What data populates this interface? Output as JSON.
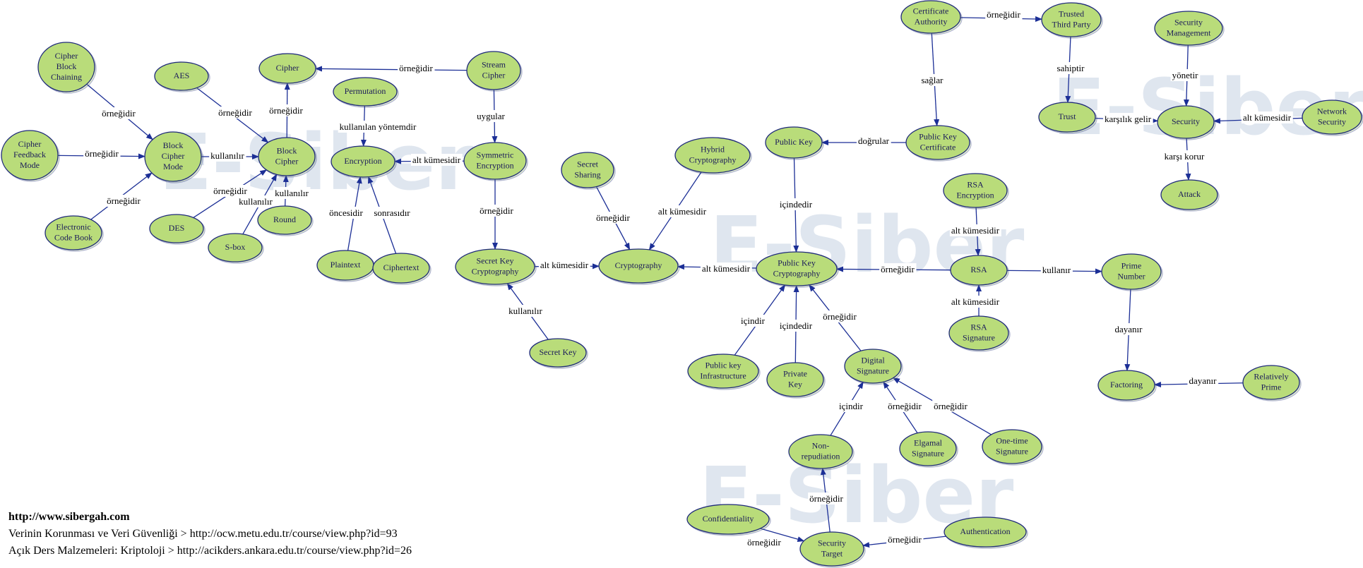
{
  "watermarks": [
    "E-Siber",
    "E-Siber",
    "E-Siber",
    "E-Siber"
  ],
  "colors": {
    "node_fill": "#b9dc7a",
    "node_stroke": "#1f2a7a",
    "edge": "#1c2f96"
  },
  "nodes": [
    {
      "id": "cbc",
      "label": [
        "Cipher",
        "Block",
        "Chaining"
      ]
    },
    {
      "id": "aes",
      "label": [
        "AES"
      ]
    },
    {
      "id": "cipher",
      "label": [
        "Cipher"
      ]
    },
    {
      "id": "stream",
      "label": [
        "Stream",
        "Cipher"
      ]
    },
    {
      "id": "permutation",
      "label": [
        "Permutation"
      ]
    },
    {
      "id": "cfm",
      "label": [
        "Cipher",
        "Feedback",
        "Mode"
      ]
    },
    {
      "id": "bcm",
      "label": [
        "Block",
        "Cipher",
        "Mode"
      ]
    },
    {
      "id": "blockcipher",
      "label": [
        "Block",
        "Cipher"
      ]
    },
    {
      "id": "encryption",
      "label": [
        "Encryption"
      ]
    },
    {
      "id": "symenc",
      "label": [
        "Symmetric",
        "Encryption"
      ]
    },
    {
      "id": "ecb",
      "label": [
        "Electronic",
        "Code Book"
      ]
    },
    {
      "id": "des",
      "label": [
        "DES"
      ]
    },
    {
      "id": "sbox",
      "label": [
        "S-box"
      ]
    },
    {
      "id": "round",
      "label": [
        "Round"
      ]
    },
    {
      "id": "plaintext",
      "label": [
        "Plaintext"
      ]
    },
    {
      "id": "ciphertext",
      "label": [
        "Ciphertext"
      ]
    },
    {
      "id": "secretsharing",
      "label": [
        "Secret",
        "Sharing"
      ]
    },
    {
      "id": "hybrid",
      "label": [
        "Hybrid",
        "Cryptography"
      ]
    },
    {
      "id": "skc",
      "label": [
        "Secret Key",
        "Cryptography"
      ]
    },
    {
      "id": "cryptography",
      "label": [
        "Cryptography"
      ]
    },
    {
      "id": "secretkey",
      "label": [
        "Secret Key"
      ]
    },
    {
      "id": "publickey",
      "label": [
        "Public Key"
      ]
    },
    {
      "id": "pkcert",
      "label": [
        "Public Key",
        "Certificate"
      ]
    },
    {
      "id": "ca",
      "label": [
        "Certificate",
        "Authority"
      ]
    },
    {
      "id": "ttp",
      "label": [
        "Trusted",
        "Third Party"
      ]
    },
    {
      "id": "trust",
      "label": [
        "Trust"
      ]
    },
    {
      "id": "secmgmt",
      "label": [
        "Security",
        "Management"
      ]
    },
    {
      "id": "security",
      "label": [
        "Security"
      ]
    },
    {
      "id": "netsec",
      "label": [
        "Network",
        "Security"
      ]
    },
    {
      "id": "attack",
      "label": [
        "Attack"
      ]
    },
    {
      "id": "rsaenc",
      "label": [
        "RSA",
        "Encryption"
      ]
    },
    {
      "id": "pkc",
      "label": [
        "Public Key",
        "Cryptography"
      ]
    },
    {
      "id": "rsa",
      "label": [
        "RSA"
      ]
    },
    {
      "id": "prime",
      "label": [
        "Prime",
        "Number"
      ]
    },
    {
      "id": "rsasig",
      "label": [
        "RSA",
        "Signature"
      ]
    },
    {
      "id": "pki",
      "label": [
        "Public key",
        "Infrastructure"
      ]
    },
    {
      "id": "privkey",
      "label": [
        "Private",
        "Key"
      ]
    },
    {
      "id": "digsig",
      "label": [
        "Digital",
        "Signature"
      ]
    },
    {
      "id": "factoring",
      "label": [
        "Factoring"
      ]
    },
    {
      "id": "relprime",
      "label": [
        "Relatively",
        "Prime"
      ]
    },
    {
      "id": "nonrep",
      "label": [
        "Non-",
        "repudiation"
      ]
    },
    {
      "id": "elgamal",
      "label": [
        "Elgamal",
        "Signature"
      ]
    },
    {
      "id": "otsig",
      "label": [
        "One-time",
        "Signature"
      ]
    },
    {
      "id": "confidentiality",
      "label": [
        "Confidentiality"
      ]
    },
    {
      "id": "authentication",
      "label": [
        "Authentication"
      ]
    },
    {
      "id": "sectarget",
      "label": [
        "Security",
        "Target"
      ]
    }
  ],
  "edges": [
    {
      "from": "cbc",
      "to": "bcm",
      "label": "örneğidir"
    },
    {
      "from": "cfm",
      "to": "bcm",
      "label": "örneğidir"
    },
    {
      "from": "ecb",
      "to": "bcm",
      "label": "örneğidir"
    },
    {
      "from": "bcm",
      "to": "blockcipher",
      "label": "kullanılır"
    },
    {
      "from": "aes",
      "to": "blockcipher",
      "label": "örneğidir"
    },
    {
      "from": "des",
      "to": "blockcipher",
      "label": "örneğidir"
    },
    {
      "from": "sbox",
      "to": "blockcipher",
      "label": "kullanılır"
    },
    {
      "from": "round",
      "to": "blockcipher",
      "label": "kullanılır"
    },
    {
      "from": "blockcipher",
      "to": "cipher",
      "label": "örneğidir"
    },
    {
      "from": "stream",
      "to": "cipher",
      "label": "örneğidir"
    },
    {
      "from": "stream",
      "to": "symenc",
      "label": "uygular"
    },
    {
      "from": "permutation",
      "to": "encryption",
      "label": "kullanılan yöntemdir"
    },
    {
      "from": "symenc",
      "to": "encryption",
      "label": "alt kümesidir"
    },
    {
      "from": "plaintext",
      "to": "encryption",
      "label": "öncesidir"
    },
    {
      "from": "ciphertext",
      "to": "encryption",
      "label": "sonrasıdır"
    },
    {
      "from": "symenc",
      "to": "skc",
      "label": "örneğidir"
    },
    {
      "from": "skc",
      "to": "cryptography",
      "label": "alt kümesidir"
    },
    {
      "from": "secretkey",
      "to": "skc",
      "label": "kullanılır"
    },
    {
      "from": "secretsharing",
      "to": "cryptography",
      "label": "örneğidir"
    },
    {
      "from": "hybrid",
      "to": "cryptography",
      "label": "alt kümesidir"
    },
    {
      "from": "pkc",
      "to": "cryptography",
      "label": "alt kümesidir"
    },
    {
      "from": "pkcert",
      "to": "publickey",
      "label": "doğrular"
    },
    {
      "from": "publickey",
      "to": "pkc",
      "label": "içindedir"
    },
    {
      "from": "ca",
      "to": "ttp",
      "label": "örneğidir"
    },
    {
      "from": "ca",
      "to": "pkcert",
      "label": "sağlar"
    },
    {
      "from": "ttp",
      "to": "trust",
      "label": "sahiptir"
    },
    {
      "from": "trust",
      "to": "security",
      "label": "karşılık gelir"
    },
    {
      "from": "secmgmt",
      "to": "security",
      "label": "yönetir"
    },
    {
      "from": "netsec",
      "to": "security",
      "label": "alt kümesidir"
    },
    {
      "from": "security",
      "to": "attack",
      "label": "karşı korur"
    },
    {
      "from": "rsaenc",
      "to": "rsa",
      "label": "alt kümesidir"
    },
    {
      "from": "rsasig",
      "to": "rsa",
      "label": "alt kümesidir"
    },
    {
      "from": "rsa",
      "to": "pkc",
      "label": "örneğidir"
    },
    {
      "from": "rsa",
      "to": "prime",
      "label": "kullanır"
    },
    {
      "from": "prime",
      "to": "factoring",
      "label": "dayanır"
    },
    {
      "from": "relprime",
      "to": "factoring",
      "label": "dayanır"
    },
    {
      "from": "pki",
      "to": "pkc",
      "label": "içindir"
    },
    {
      "from": "privkey",
      "to": "pkc",
      "label": "içindedir"
    },
    {
      "from": "digsig",
      "to": "pkc",
      "label": "örneğidir"
    },
    {
      "from": "nonrep",
      "to": "digsig",
      "label": "içindir"
    },
    {
      "from": "elgamal",
      "to": "digsig",
      "label": "örneğidir"
    },
    {
      "from": "otsig",
      "to": "digsig",
      "label": "örneğidir"
    },
    {
      "from": "sectarget",
      "to": "nonrep",
      "label": "örneğidir"
    },
    {
      "from": "confidentiality",
      "to": "sectarget",
      "label": "örneğidir"
    },
    {
      "from": "authentication",
      "to": "sectarget",
      "label": "örneğidir"
    }
  ],
  "footer": {
    "site": "http://www.sibergah.com",
    "line1": "Verinin Korunması ve Veri Güvenliği > http://ocw.metu.edu.tr/course/view.php?id=93",
    "line2": "Açık Ders Malzemeleri: Kriptoloji > http://acikders.ankara.edu.tr/course/view.php?id=26"
  }
}
